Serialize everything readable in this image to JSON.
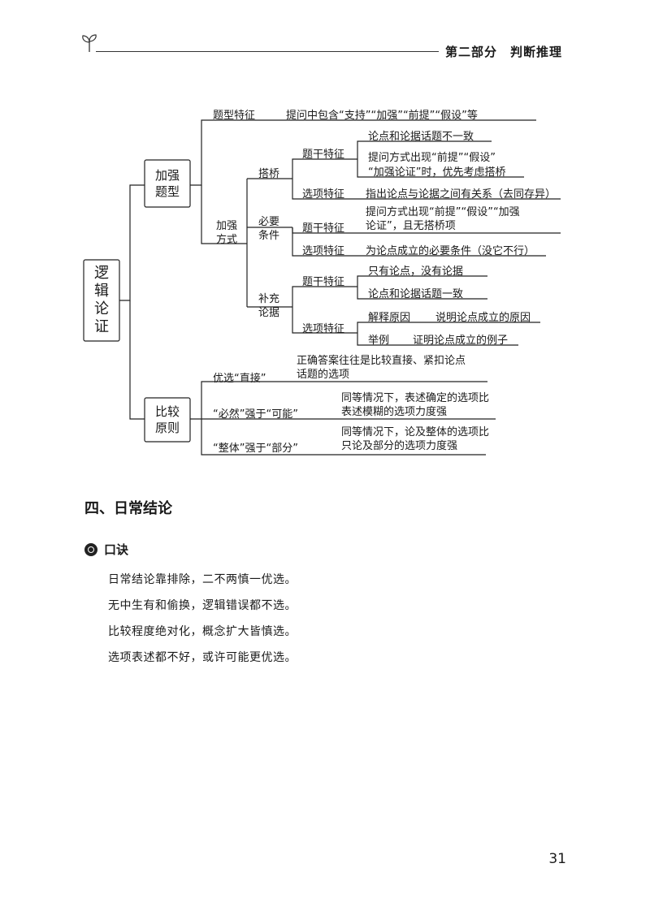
{
  "header": {
    "section": "第二部分　判断推理"
  },
  "mindmap": {
    "root": [
      "逻",
      "辑",
      "论",
      "证"
    ],
    "jiaqiang": {
      "label": [
        "加强",
        "题型"
      ],
      "tixing": {
        "label": "题型特征",
        "text": "提问中包含“支持”“加强”“前提”“假设”等"
      },
      "fangshi": {
        "label": [
          "加强",
          "方式"
        ],
        "daqiao": {
          "label": "搭桥",
          "tigan": {
            "label": "题干特征",
            "items": [
              "论点和论据话题不一致",
              "提问方式出现“前提”“假设”",
              "“加强论证”时，优先考虑搭桥"
            ]
          },
          "xuanxiang": {
            "label": "选项特征",
            "text": "指出论点与论据之间有关系（去同存异）"
          }
        },
        "biyao": {
          "label": [
            "必要",
            "条件"
          ],
          "tigan": {
            "label": "题干特征",
            "lines": [
              "提问方式出现“前提”“假设”“加强",
              "论证”，且无搭桥项"
            ]
          },
          "xuanxiang": {
            "label": "选项特征",
            "text": "为论点成立的必要条件（没它不行）"
          }
        },
        "buchong": {
          "label": [
            "补充",
            "论据"
          ],
          "tigan": {
            "label": "题干特征",
            "items": [
              "只有论点，没有论据",
              "论点和论据话题一致"
            ]
          },
          "xuanxiang": {
            "label": "选项特征",
            "items": [
              {
                "type": "解释原因",
                "desc": "说明论点成立的原因"
              },
              {
                "type": "举例",
                "desc": "证明论点成立的例子"
              }
            ]
          }
        }
      }
    },
    "bijiao": {
      "label": [
        "比较",
        "原则"
      ],
      "items": [
        {
          "label": "优选“直接”",
          "lines": [
            "正确答案往往是比较直接、紧扣论点",
            "话题的选项"
          ]
        },
        {
          "label": "“必然”强于“可能”",
          "lines": [
            "同等情况下，表述确定的选项比",
            "表述模糊的选项力度强"
          ]
        },
        {
          "label": "“整体”强于“部分”",
          "lines": [
            "同等情况下，论及整体的选项比",
            "只论及部分的选项力度强"
          ]
        }
      ]
    }
  },
  "section": {
    "title": "四、日常结论",
    "mnemonic_label": "口诀",
    "lines": [
      "日常结论靠排除，二不两慎一优选。",
      "无中生有和偷换，逻辑错误都不选。",
      "比较程度绝对化，概念扩大皆慎选。",
      "选项表述都不好，或许可能更优选。"
    ]
  },
  "page_number": "31"
}
